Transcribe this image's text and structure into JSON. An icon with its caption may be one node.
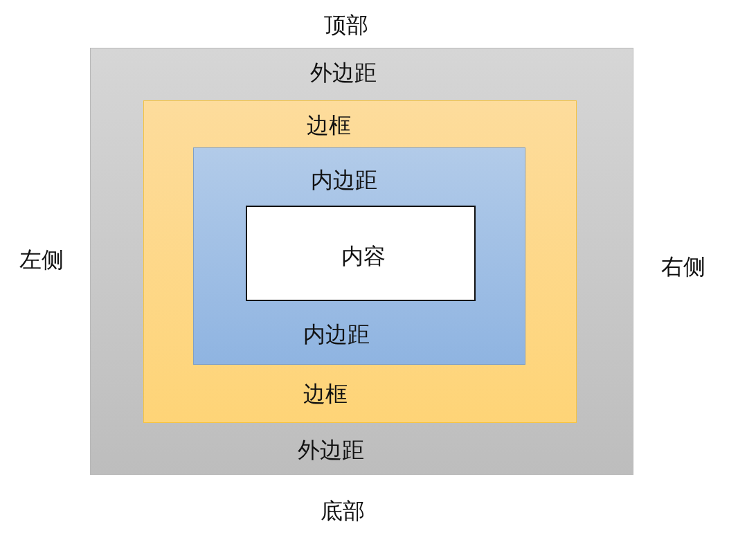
{
  "diagram": {
    "nodes": [
      {
        "text": [
          "外边距",
          "外边距"
        ]
      },
      {
        "text": [
          "边框",
          "边框"
        ],
        "in": 0
      },
      {
        "text": [
          "内边距",
          "内边距"
        ],
        "in": 1
      },
      {
        "text": [
          "内容"
        ],
        "in": 2
      }
    ],
    "labels": [
      "顶部",
      "左侧",
      "右侧",
      "底部"
    ]
  }
}
